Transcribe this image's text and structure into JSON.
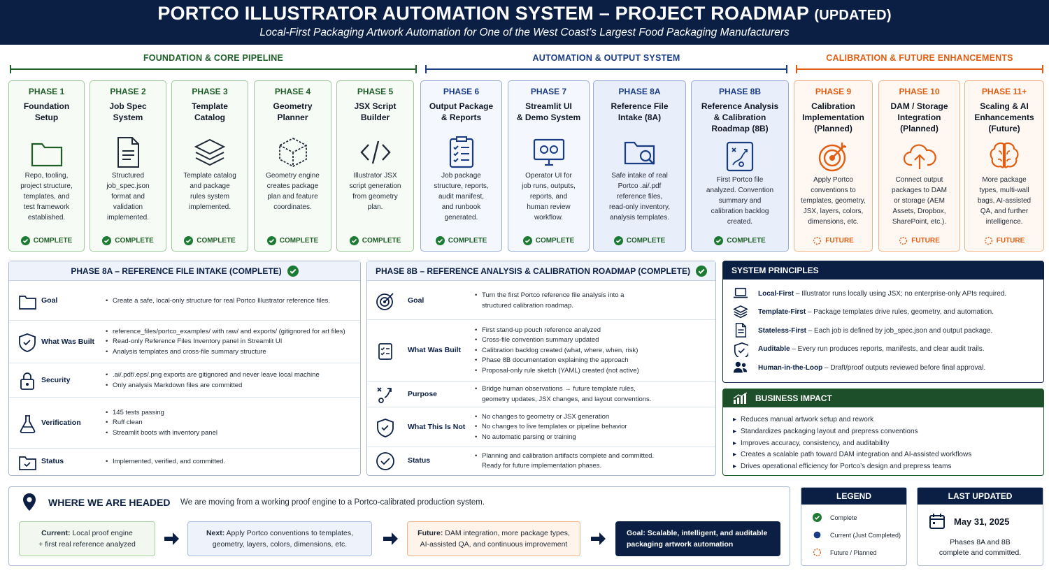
{
  "header": {
    "title": "PORTCO ILLUSTRATOR AUTOMATION SYSTEM – PROJECT ROADMAP",
    "title_suffix": "(UPDATED)",
    "subtitle": "Local-First Packaging Artwork Automation for One of the West Coast’s Largest Food Packaging Manufacturers"
  },
  "sections": [
    {
      "label": "FOUNDATION & CORE PIPELINE",
      "color": "#1d5e27"
    },
    {
      "label": "AUTOMATION & OUTPUT SYSTEM",
      "color": "#1a3c85"
    },
    {
      "label": "CALIBRATION & FUTURE ENHANCEMENTS",
      "color": "#e05d12"
    }
  ],
  "phases": [
    {
      "phase": "PHASE 1",
      "name": "Foundation\nSetup",
      "icon": "folder-icon",
      "desc": "Repo, tooling,\nproject structure,\ntemplates, and\ntest framework\nestablished.",
      "status": "COMPLETE"
    },
    {
      "phase": "PHASE 2",
      "name": "Job Spec\nSystem",
      "icon": "document-icon",
      "desc": "Structured\njob_spec.json\nformat and\nvalidation\nimplemented.",
      "status": "COMPLETE"
    },
    {
      "phase": "PHASE 3",
      "name": "Template\nCatalog",
      "icon": "layers-icon",
      "desc": "Template catalog\nand package\nrules system\nimplemented.",
      "status": "COMPLETE"
    },
    {
      "phase": "PHASE 4",
      "name": "Geometry\nPlanner",
      "icon": "cube-icon",
      "desc": "Geometry engine\ncreates package\nplan and feature\ncoordinates.",
      "status": "COMPLETE"
    },
    {
      "phase": "PHASE 5",
      "name": "JSX Script\nBuilder",
      "icon": "code-icon",
      "desc": "Illustrator JSX\nscript generation\nfrom geometry\nplan.",
      "status": "COMPLETE"
    },
    {
      "phase": "PHASE 6",
      "name": "Output Package\n& Reports",
      "icon": "checklist-icon",
      "desc": "Job package\nstructure, reports,\naudit manifest,\nand runbook\ngenerated.",
      "status": "COMPLETE"
    },
    {
      "phase": "PHASE 7",
      "name": "Streamlit UI\n& Demo System",
      "icon": "monitor-icon",
      "desc": "Operator UI for\njob runs, outputs,\nreports, and\nhuman review\nworkflow.",
      "status": "COMPLETE"
    },
    {
      "phase": "PHASE 8A",
      "name": "Reference File\nIntake (8A)",
      "icon": "folder-search-icon",
      "desc": "Safe intake of real\nPortco .ai/.pdf\nreference files,\nread-only inventory,\nanalysis templates.",
      "status": "COMPLETE"
    },
    {
      "phase": "PHASE 8B",
      "name": "Reference Analysis\n& Calibration\nRoadmap (8B)",
      "icon": "strategy-board-icon",
      "desc": "First Portco file\nanalyzed. Convention\nsummary and\ncalibration backlog\ncreated.",
      "status": "COMPLETE"
    },
    {
      "phase": "PHASE 9",
      "name": "Calibration\nImplementation\n(Planned)",
      "icon": "target-icon",
      "desc": "Apply Portco\nconventions to\ntemplates, geometry,\nJSX, layers, colors,\ndimensions, etc.",
      "status": "FUTURE"
    },
    {
      "phase": "PHASE 10",
      "name": "DAM / Storage\nIntegration\n(Planned)",
      "icon": "cloud-upload-icon",
      "desc": "Connect output\npackages to DAM\nor storage (AEM\nAssets, Dropbox,\nSharePoint, etc.).",
      "status": "FUTURE"
    },
    {
      "phase": "PHASE 11+",
      "name": "Scaling & AI\nEnhancements\n(Future)",
      "icon": "brain-icon",
      "desc": "More package\ntypes, multi-wall\nbags, AI-assisted\nQA, and further\nintelligence.",
      "status": "FUTURE"
    }
  ],
  "p8a": {
    "title": "PHASE 8A – REFERENCE FILE INTAKE (COMPLETE)",
    "rows": [
      {
        "label": "Goal",
        "icon": "folder-icon",
        "items": [
          "Create a safe, local-only structure for real Portco Illustrator reference files."
        ]
      },
      {
        "label": "What Was Built",
        "icon": "shield-check-icon",
        "items": [
          "reference_files/portco_examples/ with raw/ and exports/ (gitignored for art files)",
          "Read-only Reference Files Inventory panel in Streamlit UI",
          "Analysis templates and cross-file summary structure"
        ]
      },
      {
        "label": "Security",
        "icon": "lock-icon",
        "items": [
          ".ai/.pdf/.eps/.png exports are gitignored and never leave local machine",
          "Only analysis Markdown files are committed"
        ]
      },
      {
        "label": "Verification",
        "icon": "flask-icon",
        "items": [
          "145 tests passing",
          "Ruff clean",
          "Streamlit boots with inventory panel"
        ]
      },
      {
        "label": "Status",
        "icon": "folder-check-icon",
        "items": [
          "Implemented, verified, and committed."
        ]
      }
    ]
  },
  "p8b": {
    "title": "PHASE 8B – REFERENCE ANALYSIS & CALIBRATION ROADMAP (COMPLETE)",
    "rows": [
      {
        "label": "Goal",
        "icon": "target-icon",
        "items": [
          "Turn the first Portco reference file analysis into a\nstructured calibration roadmap."
        ]
      },
      {
        "label": "What Was Built",
        "icon": "checklist-icon",
        "items": [
          "First stand-up pouch reference analyzed",
          "Cross-file convention summary updated",
          "Calibration backlog created (what, where, when, risk)",
          "Phase 8B documentation explaining the approach",
          "Proposal-only rule sketch (YAML) created (not active)"
        ]
      },
      {
        "label": "Purpose",
        "icon": "strategy-icon",
        "items": [
          "Bridge human observations → future template rules,\ngeometry updates, JSX changes, and layout conventions."
        ]
      },
      {
        "label": "What This Is Not",
        "icon": "shield-check-icon",
        "items": [
          "No changes to geometry or JSX generation",
          "No changes to live templates or pipeline behavior",
          "No automatic parsing or training"
        ]
      },
      {
        "label": "Status",
        "icon": "check-circle-icon",
        "items": [
          "Planning and calibration artifacts complete and committed.\nReady for future implementation phases."
        ]
      }
    ]
  },
  "principles": {
    "title": "SYSTEM PRINCIPLES",
    "items": [
      {
        "icon": "laptop-icon",
        "bold": "Local-First",
        "text": " – Illustrator runs locally using JSX; no enterprise-only APIs required."
      },
      {
        "icon": "layers-icon",
        "bold": "Template-First",
        "text": " – Package templates drive rules, geometry, and automation."
      },
      {
        "icon": "document-icon",
        "bold": "Stateless-First",
        "text": " – Each job is defined by job_spec.json and output package."
      },
      {
        "icon": "shield-check-icon",
        "bold": "Auditable",
        "text": " – Every run produces reports, manifests, and clear audit trails."
      },
      {
        "icon": "people-icon",
        "bold": "Human-in-the-Loop",
        "text": " – Draft/proof outputs reviewed before final approval."
      }
    ]
  },
  "impact": {
    "title": "BUSINESS IMPACT",
    "items": [
      "Reduces manual artwork setup and rework",
      "Standardizes packaging layout and prepress conventions",
      "Improves accuracy, consistency, and auditability",
      "Creates a scalable path toward DAM integration and AI-assisted workflows",
      "Drives operational efficiency for Portco’s design and prepress teams"
    ]
  },
  "headed": {
    "title": "WHERE WE ARE HEADED",
    "intro": "We are moving from a working proof engine to a Portco-calibrated production system.",
    "current_bold": "Current:",
    "current_text": " Local proof engine\n+ first real reference analyzed",
    "next_bold": "Next:",
    "next_text": " Apply Portco conventions to templates,\ngeometry, layers, colors, dimensions, etc.",
    "future_bold": "Future:",
    "future_text": " DAM integration, more package types,\nAI-assisted QA, and continuous improvement",
    "goal": "Goal: Scalable, intelligent, and auditable\npackaging artwork automation"
  },
  "legend": {
    "title": "LEGEND",
    "complete": "Complete",
    "current": "Current (Just Completed)",
    "future": "Future / Planned"
  },
  "updated": {
    "title": "LAST UPDATED",
    "date": "May 31, 2025",
    "note": "Phases 8A and 8B\ncomplete and committed."
  },
  "colors": {
    "navy": "#0b1f45",
    "green": "#1d5e27",
    "blue": "#1a3c85",
    "orange": "#e05d12"
  }
}
